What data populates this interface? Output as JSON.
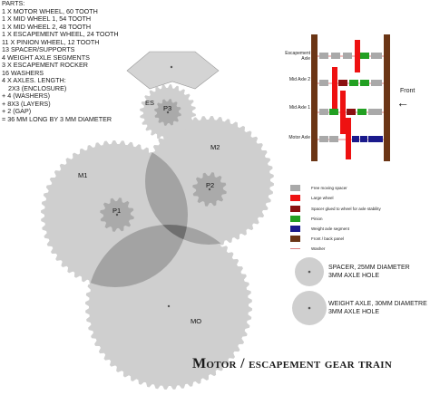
{
  "parts_list": {
    "lines": [
      "Parts:",
      "1 x Motor wheel, 60 tooth",
      "1 x Mid wheel 1, 54 tooth",
      "1 x Mid wheel 2, 48 tooth",
      "1 x Escapement wheel, 24 tooth",
      "11 x Pinion wheel, 12 tooth",
      "13 Spacer/Supports",
      "4 Weight axle segments",
      "3 x Escapement rocker",
      "16 Washers",
      "4 x axles.  length:",
      "2x3 (enclosure)",
      "+ 4 (washers)",
      "+ 8x3 (layers)",
      "+ 2 (gap)",
      "= 36 mm long by 3 mm diameter"
    ]
  },
  "gears": {
    "motor": "MO",
    "mid1": "M1",
    "mid2": "M2",
    "escapement": "ES",
    "pinion1": "P1",
    "pinion2": "P2",
    "pinion3": "P3"
  },
  "axle_diagram": {
    "axles": [
      "Escapement Axle",
      "Mid Axle 2",
      "Mid Axle 1",
      "Motor Axle"
    ],
    "front_label": "Front",
    "front_arrow": "←"
  },
  "legend": {
    "items": [
      {
        "label": "Free moving spacer",
        "color": "#a9a9a9"
      },
      {
        "label": "Large wheel",
        "color": "#ee1111"
      },
      {
        "label": "Spacer glued to wheel for axle stability",
        "color": "#8b1010"
      },
      {
        "label": "Pinion",
        "color": "#22a022"
      },
      {
        "label": "Weight axle segment",
        "color": "#1a1a8c"
      },
      {
        "label": "Front / back panel",
        "color": "#6b3515"
      },
      {
        "label": "Washer",
        "color": "#e08080"
      }
    ]
  },
  "spacers": [
    {
      "line1": "Spacer, 25mm diameter",
      "line2": "3mm axle hole"
    },
    {
      "line1": "Weight axle, 30mm diametre",
      "line2": "3mm axle hole"
    }
  ],
  "title": "Motor / escapement gear train",
  "colors": {
    "gear_fill": "#cfcfcf",
    "gear_overlap": "#9a9a9a",
    "gear_overlap_dark": "#7a7a7a"
  }
}
